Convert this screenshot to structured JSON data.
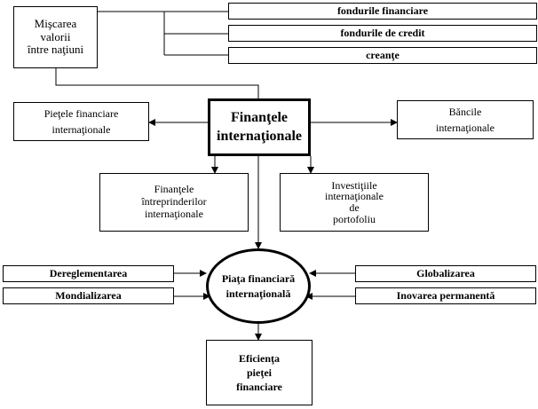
{
  "diagram": {
    "capital_flow": "Mişcarea\nvalorii\nîntre naţiuni",
    "flow_items": [
      "fondurile financiare",
      "fondurile de credit",
      "creanţe"
    ],
    "core": "Finanţele\ninternaţionale",
    "left_branch": "Pieţele financiare\ninternaţionale",
    "right_branch": "Băncile\ninternaţionale",
    "enterprise_finance": "Finanţele\nîntreprinderilor\ninternaţionale",
    "portfolio_investment": "Investiţiile\ninternaţionale\nde\nportofoliu",
    "market": "Piaţa financiară\ninternaţională",
    "left_factors": [
      "Dereglementarea",
      "Mondializarea"
    ],
    "right_factors": [
      "Globalizarea",
      "Inovarea permanentă"
    ],
    "result": "Eficienţa\npieţei\nfinanciare"
  }
}
